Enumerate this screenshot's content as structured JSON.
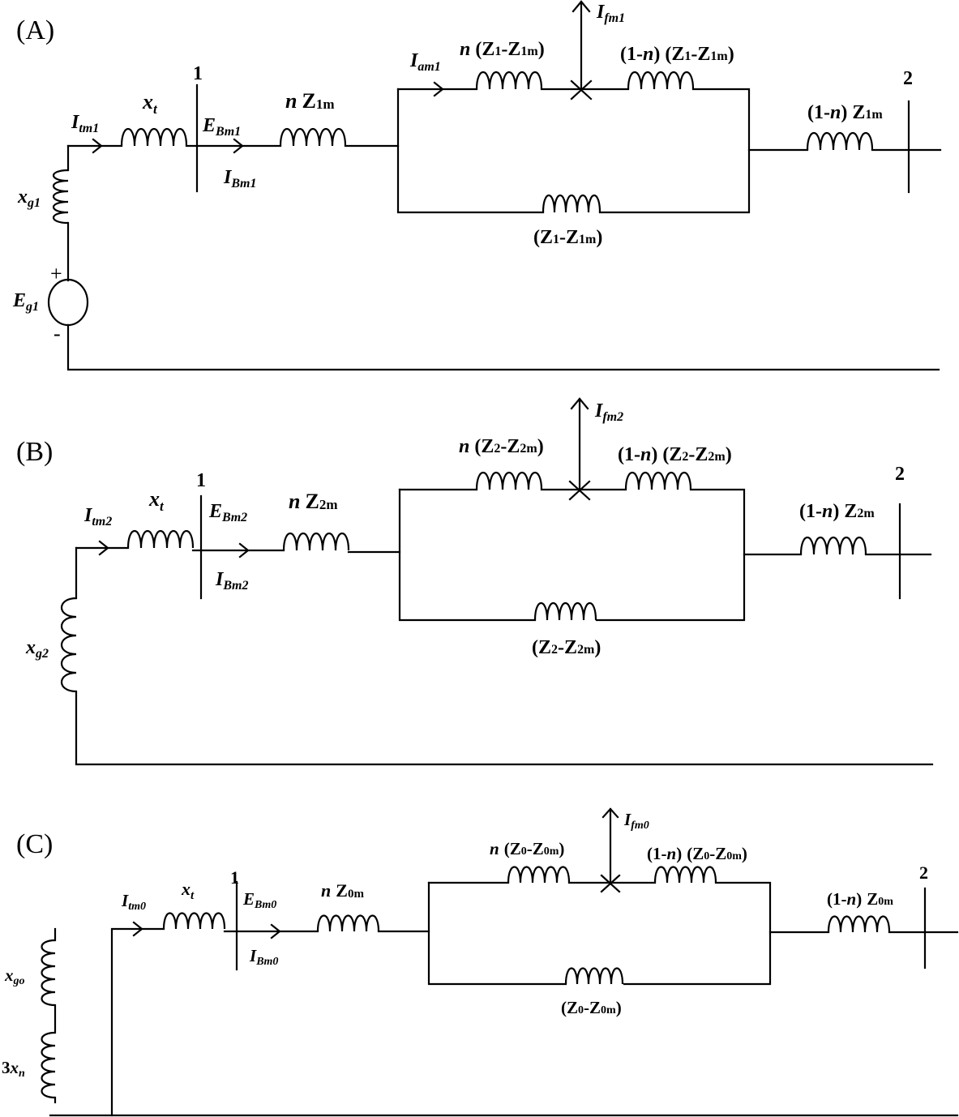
{
  "panels": [
    {
      "id": "A",
      "label": "(A)",
      "node1": "1",
      "node2": "2",
      "i_tm": {
        "main": "I",
        "sub": "tm1"
      },
      "x_t": {
        "main": "x",
        "sub": "t"
      },
      "e_bm": {
        "main": "E",
        "sub": "Bm1"
      },
      "i_bm": {
        "main": "I",
        "sub": "Bm1"
      },
      "n_z": {
        "pre": "n",
        "main": "Z",
        "sub": "1m"
      },
      "i_am": {
        "main": "I",
        "sub": "am1"
      },
      "nz_upper": {
        "pre": "n",
        "a": "Z",
        "as": "1",
        "b": "Z",
        "bs": "1m"
      },
      "one_n_z_upper": {
        "pre": "(1-",
        "n": "n",
        "post": ")",
        "a": "Z",
        "as": "1",
        "b": "Z",
        "bs": "1m"
      },
      "z_lower": {
        "a": "Z",
        "as": "1",
        "b": "Z",
        "bs": "1m"
      },
      "i_fm": {
        "main": "I",
        "sub": "fm1"
      },
      "one_n_z": {
        "pre": "(1-",
        "n": "n",
        "post": ")",
        "main": "Z",
        "sub": "1m"
      },
      "x_g": {
        "main": "x",
        "sub": "g1"
      },
      "e_g": {
        "main": "E",
        "sub": "g1"
      },
      "plus": "+",
      "minus": "-"
    },
    {
      "id": "B",
      "label": "(B)",
      "node1": "1",
      "node2": "2",
      "i_tm": {
        "main": "I",
        "sub": "tm2"
      },
      "x_t": {
        "main": "x",
        "sub": "t"
      },
      "e_bm": {
        "main": "E",
        "sub": "Bm2"
      },
      "i_bm": {
        "main": "I",
        "sub": "Bm2"
      },
      "n_z": {
        "pre": "n",
        "main": "Z",
        "sub": "2m"
      },
      "nz_upper": {
        "pre": "n",
        "a": "Z",
        "as": "2",
        "b": "Z",
        "bs": "2m"
      },
      "one_n_z_upper": {
        "pre": "(1-",
        "n": "n",
        "post": ")",
        "a": "Z",
        "as": "2",
        "b": "Z",
        "bs": "2m"
      },
      "z_lower": {
        "a": "Z",
        "as": "2",
        "b": "Z",
        "bs": "2m"
      },
      "i_fm": {
        "main": "I",
        "sub": "fm2"
      },
      "one_n_z": {
        "pre": "(1-",
        "n": "n",
        "post": ")",
        "main": "Z",
        "sub": "2m"
      },
      "x_g": {
        "main": "x",
        "sub": "g2"
      }
    },
    {
      "id": "C",
      "label": "(C)",
      "node1": "1",
      "node2": "2",
      "i_tm": {
        "main": "I",
        "sub": "tm0"
      },
      "x_t": {
        "main": "x",
        "sub": "t"
      },
      "e_bm": {
        "main": "E",
        "sub": "Bm0"
      },
      "i_bm": {
        "main": "I",
        "sub": "Bm0"
      },
      "n_z": {
        "pre": "n",
        "main": "Z",
        "sub": "0m"
      },
      "nz_upper": {
        "pre": "n",
        "a": "Z",
        "as": "0",
        "b": "Z",
        "bs": "0m"
      },
      "one_n_z_upper": {
        "pre": "(1-",
        "n": "n",
        "post": ")",
        "a": "Z",
        "as": "0",
        "b": "Z",
        "bs": "0m"
      },
      "z_lower": {
        "a": "Z",
        "as": "0",
        "b": "Z",
        "bs": "0m"
      },
      "i_fm": {
        "main": "I",
        "sub": "fm0"
      },
      "one_n_z": {
        "pre": "(1-",
        "n": "n",
        "post": ")",
        "main": "Z",
        "sub": "0m"
      },
      "x_g": {
        "main": "x",
        "sub": "go"
      },
      "x_n": {
        "pre": "3",
        "main": "x",
        "sub": "n"
      }
    }
  ]
}
